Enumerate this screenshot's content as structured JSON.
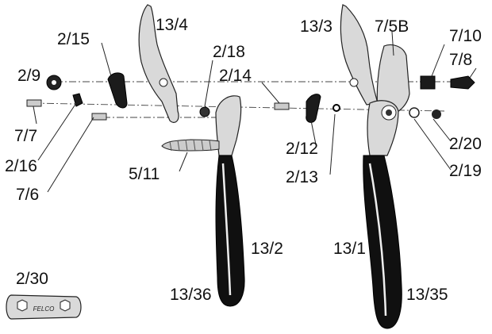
{
  "part_labels": {
    "p13_4": "13/4",
    "p13_3": "13/3",
    "p7_5b": "7/5B",
    "p2_15": "2/15",
    "p2_18": "2/18",
    "p7_10": "7/10",
    "p7_8": "7/8",
    "p2_9": "2/9",
    "p2_14": "2/14",
    "p7_7": "7/7",
    "p2_16": "2/16",
    "p7_6": "7/6",
    "p5_11": "5/11",
    "p2_12": "2/12",
    "p2_13": "2/13",
    "p2_20": "2/20",
    "p2_19": "2/19",
    "p13_2": "13/2",
    "p13_1": "13/1",
    "p13_36": "13/36",
    "p13_35": "13/35",
    "p2_30": "2/30"
  },
  "wrench_logo_text": "FELCO"
}
